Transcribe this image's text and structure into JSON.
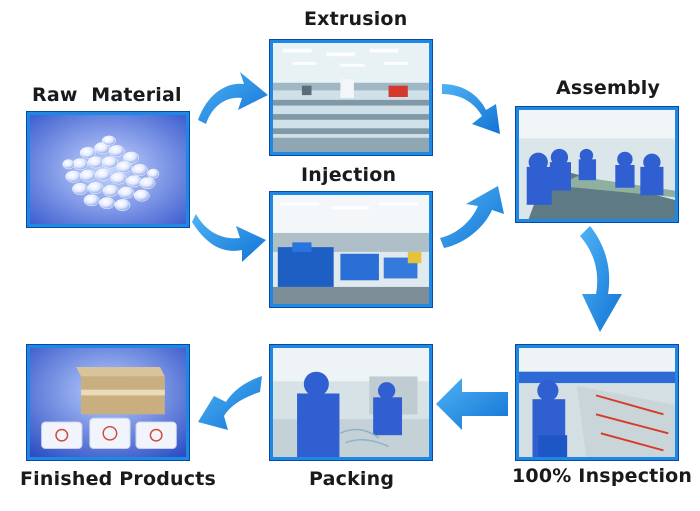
{
  "steps": {
    "raw_material": "Raw  Material",
    "extrusion": "Extrusion",
    "injection": "Injection",
    "assembly": "Assembly",
    "inspection": "100% Inspection",
    "packing": "Packing",
    "finished_products": "Finished Products"
  },
  "colors": {
    "arrow": "#1e90e0",
    "frame": "#1e88e5",
    "text": "#1a1a1a"
  },
  "icons": [
    "raw-material-photo",
    "extrusion-photo",
    "injection-photo",
    "assembly-photo",
    "inspection-photo",
    "packing-photo",
    "finished-products-photo"
  ]
}
